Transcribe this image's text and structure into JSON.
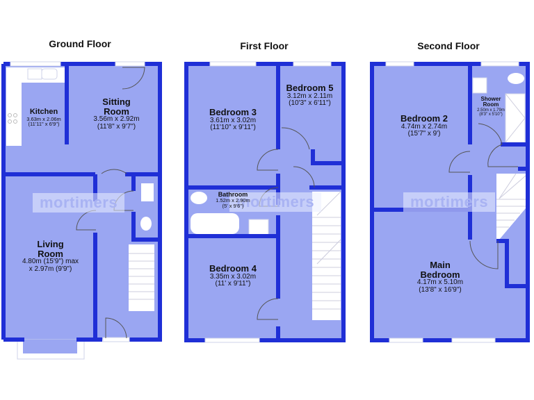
{
  "floors": [
    {
      "title": "Ground Floor",
      "rooms": [
        {
          "name": "Kitchen",
          "metric": "3.63m x 2.06m",
          "imperial": "(11'11\" x 6'9\")"
        },
        {
          "name": "Sitting Room",
          "name_line1": "Sitting",
          "name_line2": "Room",
          "metric": "3.56m x 2.92m",
          "imperial": "(11'8\" x 9'7\")"
        },
        {
          "name": "Living Room",
          "name_line1": "Living",
          "name_line2": "Room",
          "metric": "4.80m (15'9\") max",
          "imperial": "x 2.97m (9'9\")"
        }
      ]
    },
    {
      "title": "First Floor",
      "rooms": [
        {
          "name": "Bedroom 3",
          "metric": "3.61m x 3.02m",
          "imperial": "(11'10\" x 9'11\")"
        },
        {
          "name": "Bedroom 5",
          "metric": "3.12m x 2.11m",
          "imperial": "(10'3\" x 6'11\")"
        },
        {
          "name": "Bathroom",
          "metric": "1.52m x 2.90m",
          "imperial": "(5' x 9'6\")"
        },
        {
          "name": "Bedroom 4",
          "metric": "3.35m x 3.02m",
          "imperial": "(11' x 9'11\")"
        }
      ]
    },
    {
      "title": "Second Floor",
      "rooms": [
        {
          "name": "Bedroom 2",
          "metric": "4.74m x 2.74m",
          "imperial": "(15'7\" x 9')"
        },
        {
          "name": "Shower Room",
          "name_line1": "Shower",
          "name_line2": "Room",
          "metric": "2.50m x 1.79m",
          "imperial": "(8'3\" x 5'10\")"
        },
        {
          "name": "Main Bedroom",
          "name_line1": "Main",
          "name_line2": "Bedroom",
          "metric": "4.17m x 5.10m",
          "imperial": "(13'8\" x 16'9\")"
        }
      ]
    }
  ],
  "watermark": "mortimers",
  "colors": {
    "wall": "#1f2fd6",
    "floor": "#9aa6f2",
    "fixture": "#ffffff",
    "text": "#111111",
    "watermark": "#a9b3f3"
  }
}
